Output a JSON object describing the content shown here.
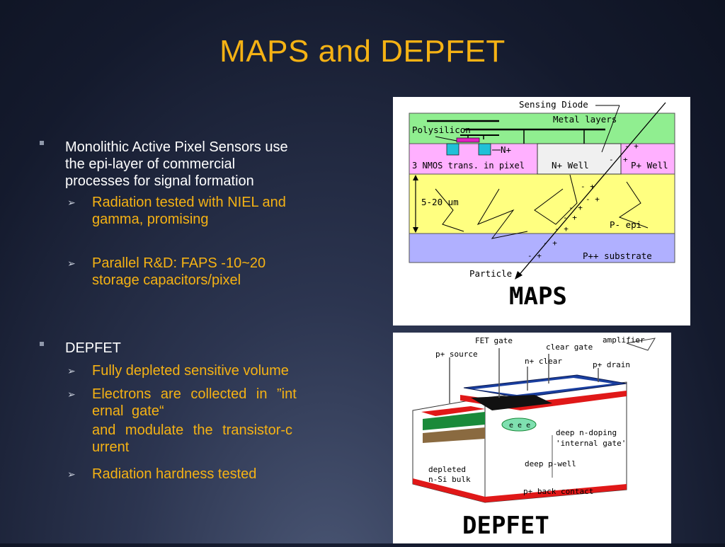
{
  "slide": {
    "title": "MAPS and DEPFET",
    "bullets": [
      {
        "text_lines": [
          "Monolithic Active Pixel Sensors use",
          "the epi-layer of commercial",
          "processes for signal formation"
        ],
        "sub": [
          {
            "lines": [
              "Radiation tested with NIEL and",
              "gamma, promising"
            ]
          },
          {
            "lines": [
              "Parallel R&D: FAPS -10~20",
              "storage capacitors/pixel"
            ]
          }
        ]
      },
      {
        "text_lines": [
          "DEPFET"
        ],
        "sub": [
          {
            "lines": [
              "Fully depleted sensitive volume"
            ]
          },
          {
            "lines": [
              "Electrons are collected in ”int",
              "ernal gate“",
              "and modulate the transistor-c",
              "urrent"
            ]
          },
          {
            "lines": [
              "Radiation hardness tested"
            ]
          }
        ]
      }
    ]
  },
  "maps_figure": {
    "title": "MAPS",
    "labels": {
      "sensing_diode": "Sensing Diode",
      "metal_layers": "Metal layers",
      "polysilicon": "Polysilicon",
      "n_plus": "N+",
      "nmos": "3 NMOS trans. in pixel",
      "n_well": "N+ Well",
      "p_well": "P+ Well",
      "thickness": "5-20 um",
      "p_epi": "P- epi",
      "substrate": "P++ substrate",
      "particle": "Particle"
    },
    "colors": {
      "metal": "#90ee90",
      "pixel_layer": "#ffb0ff",
      "epi": "#ffff80",
      "substrate": "#b0b0ff",
      "nmos_box": "#20c0d8",
      "poly": "#e020c0"
    }
  },
  "depfet_figure": {
    "title": "DEPFET",
    "labels": {
      "fet_gate": "FET gate",
      "clear_gate": "clear gate",
      "amplifier": "amplifier",
      "p_source": "p+ source",
      "n_clear": "n+ clear",
      "p_drain": "p+ drain",
      "deep_n_doping": "deep n-doping",
      "internal_gate": "'internal gate'",
      "deep_p_well": "deep p-well",
      "depleted": "depleted",
      "bulk": "n-Si bulk",
      "back_contact": "p+ back contact"
    },
    "colors": {
      "blue": "#1a3fa0",
      "red": "#e01818",
      "black": "#111111",
      "green": "#1a8a3a",
      "brown": "#8a6a40"
    }
  }
}
